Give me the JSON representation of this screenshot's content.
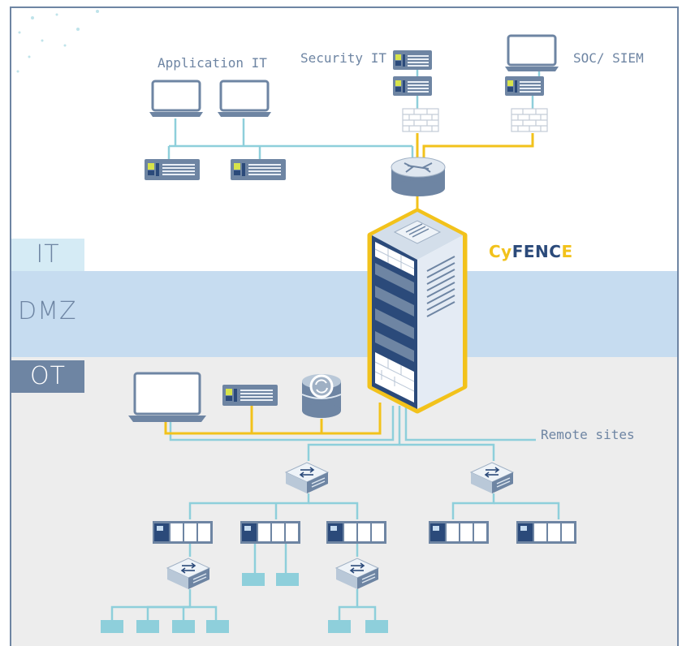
{
  "zones": {
    "it": "IT",
    "dmz": "DMZ",
    "ot": "OT"
  },
  "labels": {
    "application_it": "Application IT",
    "security_it": "Security IT",
    "soc_siem": "SOC/ SIEM",
    "remote_sites": "Remote sites"
  },
  "brand": {
    "part1": "Cy",
    "part2": "FENC",
    "part3": "E"
  },
  "colors": {
    "frame": "#6e85a3",
    "it_zone": "#d5ebf5",
    "dmz_zone": "#c6dcf0",
    "ot_zone": "#ededed",
    "it_link": "#8ecfdb",
    "secure_link": "#f2c21b",
    "device": "#6e85a3",
    "device_dark": "#2b4a7a"
  },
  "icons": [
    "laptop-icon",
    "server-icon",
    "firewall-icon",
    "router-icon",
    "rack-server-icon",
    "database-sync-icon",
    "network-switch-icon",
    "plc-icon",
    "field-device-icon"
  ]
}
